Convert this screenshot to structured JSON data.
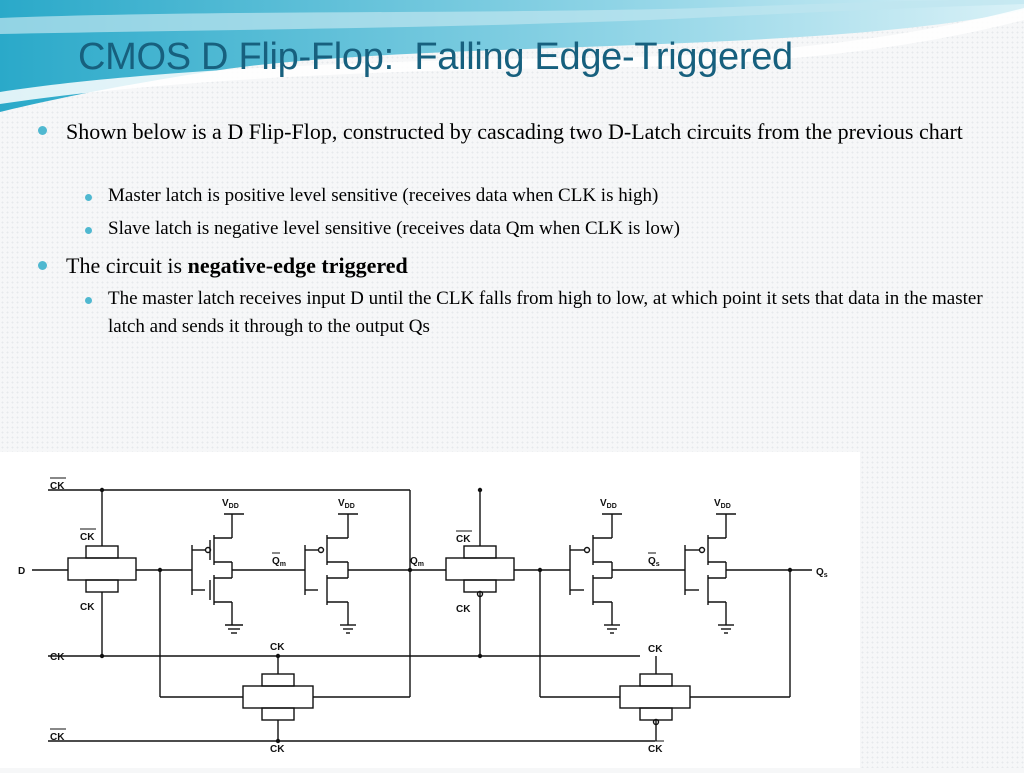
{
  "slide": {
    "title": "CMOS D Flip-Flop:  Falling Edge-Triggered",
    "bullets": {
      "b1": "Shown below is a D Flip-Flop, constructed by cascading two D-Latch circuits from the previous chart",
      "b1_sub1": "Master latch is positive level sensitive (receives data when CLK is high)",
      "b1_sub2": "Slave latch is negative level sensitive (receives data Qm when CLK is low)",
      "b2_prefix": "The circuit is ",
      "b2_bold": "negative-edge triggered",
      "b2_sub1": "The master latch receives input D until the CLK falls from high to low, at which point it sets that data in the master latch and sends it through to the output Qs"
    },
    "bullet_color": "#4fb8d0",
    "title_color": "#17607e"
  },
  "circuit": {
    "labels": {
      "ck": "CK",
      "d": "D",
      "vdd": "V",
      "vdd_sub": "DD",
      "q": "Q",
      "m": "m",
      "s": "s"
    }
  }
}
